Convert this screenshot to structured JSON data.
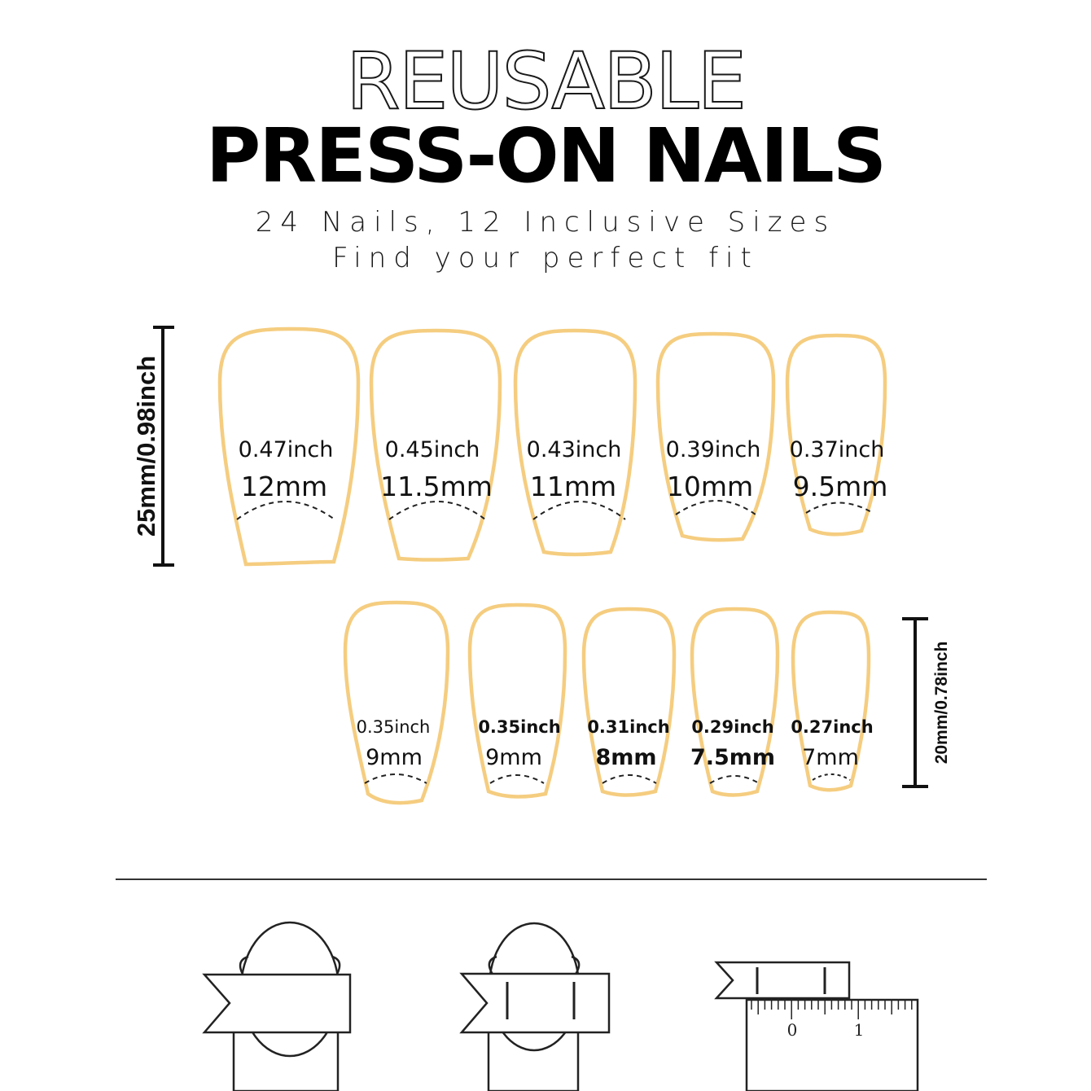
{
  "header": {
    "title_outline": "REUSABLE",
    "title_main": "PRESS-ON NAILS",
    "subtitle_line1": "24 Nails, 12 Inclusive Sizes",
    "subtitle_line2": "Find your perfect fit"
  },
  "colors": {
    "nail_outline": "#f5cd80",
    "text": "#111111"
  },
  "dimensions": {
    "large_length": "25mm/0.98inch",
    "small_length": "20mm/0.78inch"
  },
  "nails_row1": [
    {
      "inch": "0.47inch",
      "mm": "12mm"
    },
    {
      "inch": "0.45inch",
      "mm": "11.5mm"
    },
    {
      "inch": "0.43inch",
      "mm": "11mm"
    },
    {
      "inch": "0.39inch",
      "mm": "10mm"
    },
    {
      "inch": "0.37inch",
      "mm": "9.5mm"
    }
  ],
  "nails_row2": [
    {
      "inch": "0.35inch",
      "mm": "9mm"
    },
    {
      "inch": "0.35inch",
      "mm": "9mm"
    },
    {
      "inch": "0.31inch",
      "mm": "8mm"
    },
    {
      "inch": "0.29inch",
      "mm": "7.5mm"
    },
    {
      "inch": "0.27inch",
      "mm": "7mm"
    }
  ],
  "steps": {
    "ruler_label_0": "0",
    "ruler_label_1": "1"
  }
}
